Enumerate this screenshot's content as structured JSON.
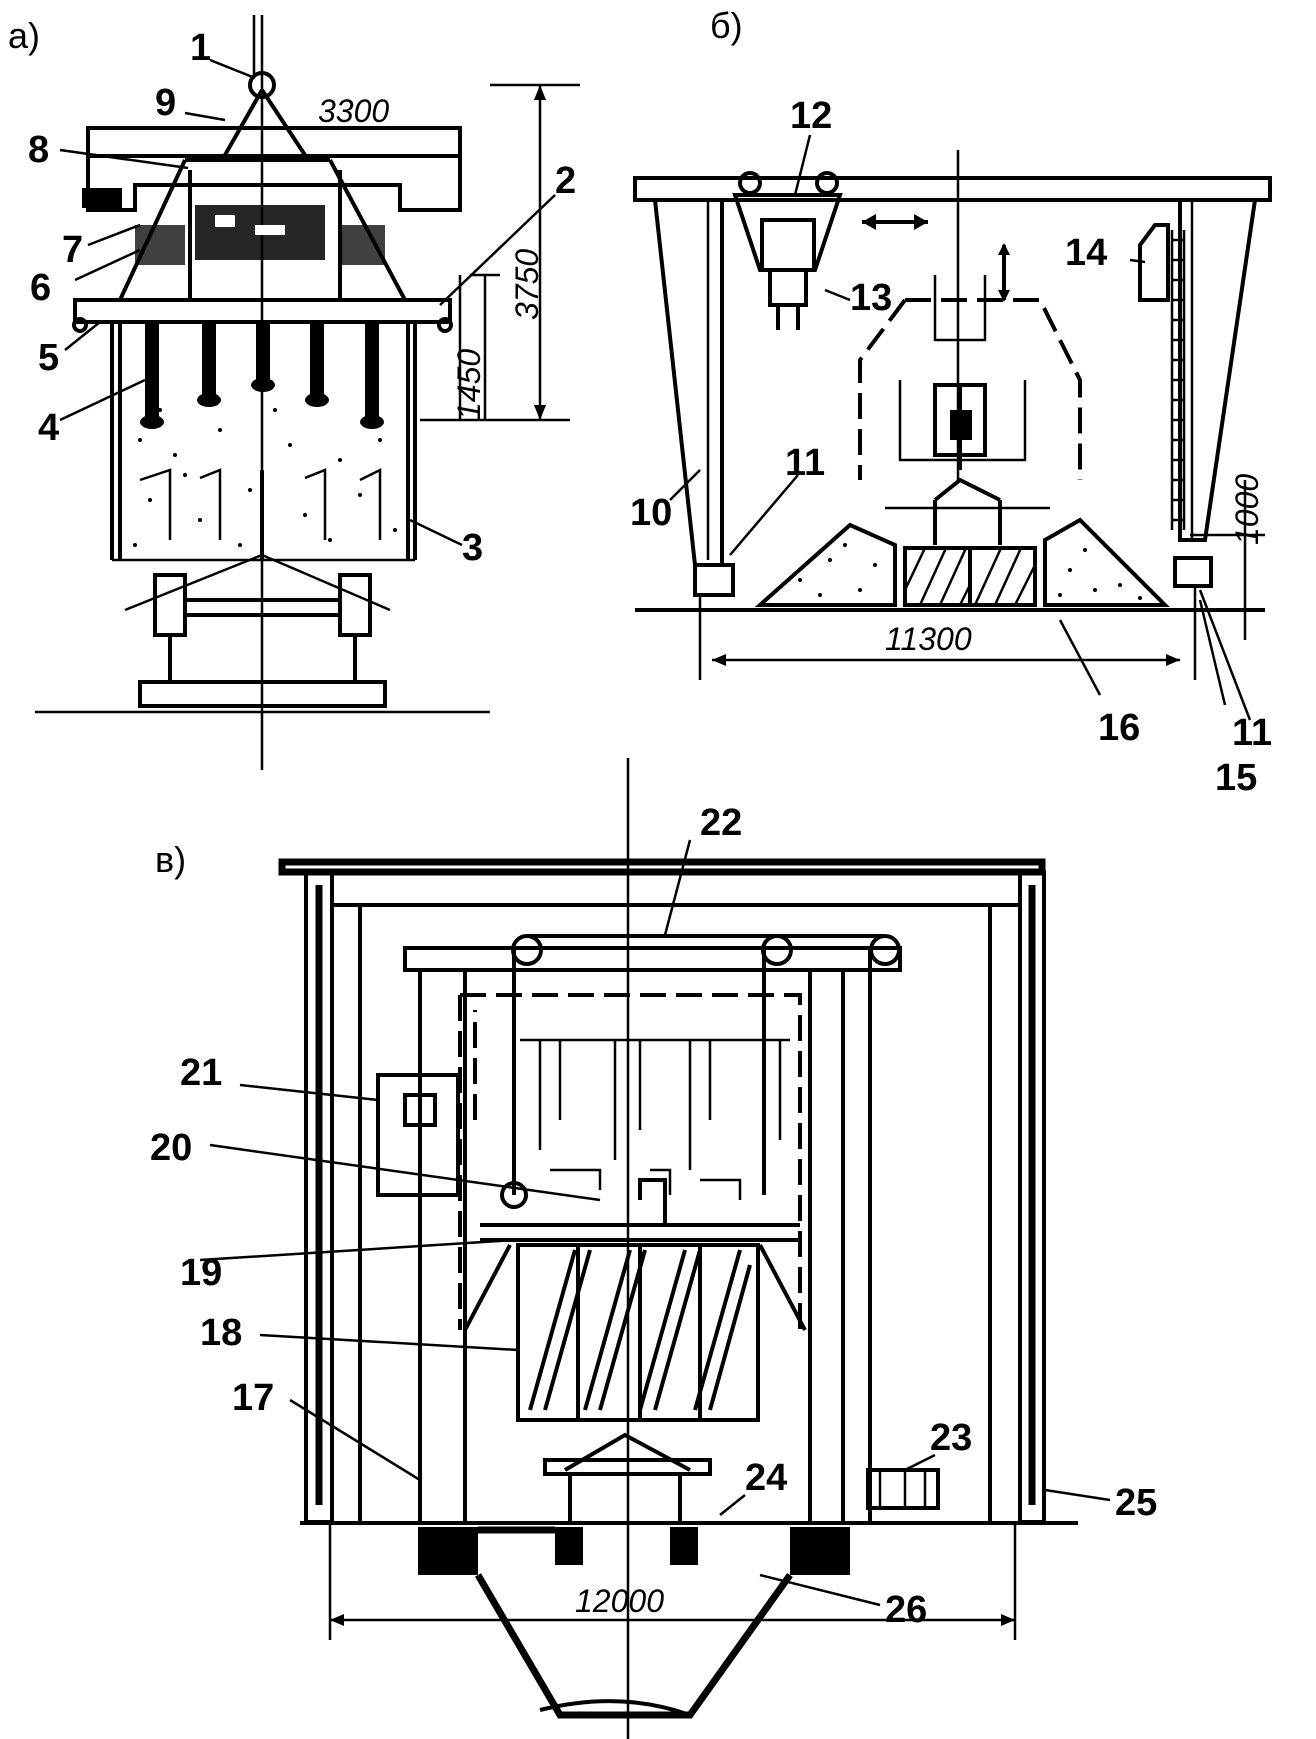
{
  "panels": {
    "a": "а)",
    "b": "б)",
    "v": "в)"
  },
  "callouts": [
    "1",
    "2",
    "3",
    "4",
    "5",
    "6",
    "7",
    "8",
    "9",
    "10",
    "11",
    "12",
    "13",
    "14",
    "15",
    "16",
    "17",
    "18",
    "19",
    "20",
    "21",
    "22",
    "23",
    "24",
    "25",
    "26"
  ],
  "callout_11_second": "11",
  "dimensions": {
    "a_width": "3300",
    "a_height_total": "3750",
    "a_height_lower": "1450",
    "b_width": "11300",
    "b_height": "1000",
    "v_width": "12000"
  }
}
